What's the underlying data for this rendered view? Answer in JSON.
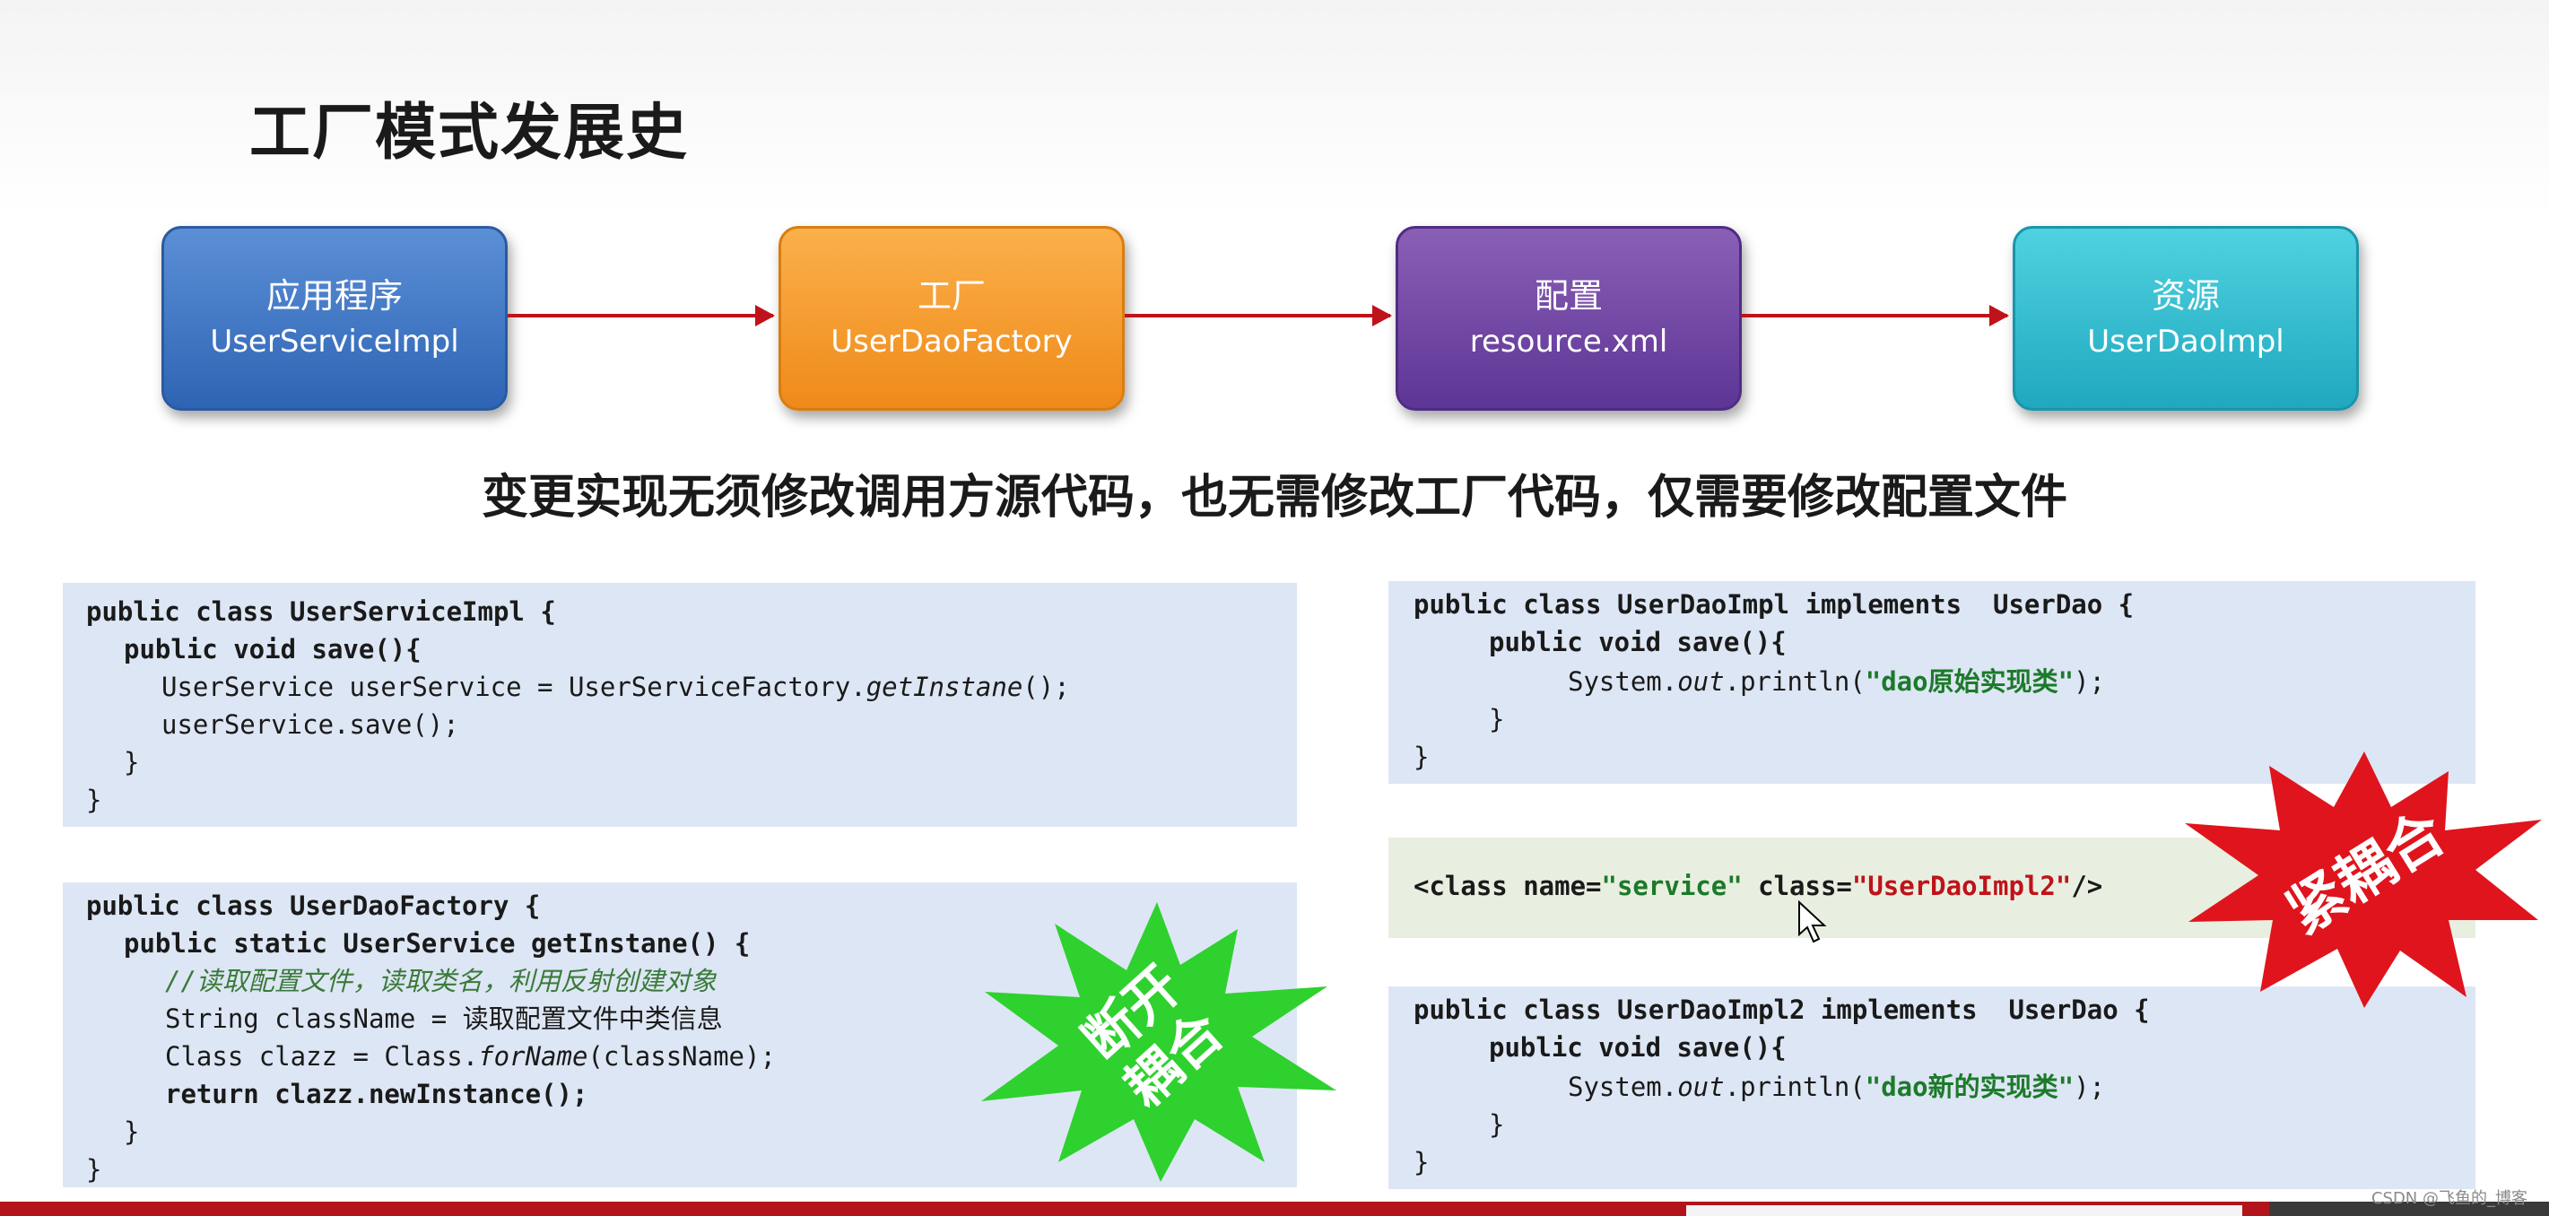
{
  "title": "工厂模式发展史",
  "flow": [
    {
      "line1": "应用程序",
      "line2": "UserServiceImpl",
      "color": "#2e64b4"
    },
    {
      "line1": "工厂",
      "line2": "UserDaoFactory",
      "color": "#ef8a1a"
    },
    {
      "line1": "配置",
      "line2": "resource.xml",
      "color": "#5d3595"
    },
    {
      "line1": "资源",
      "line2": "UserDaoImpl",
      "color": "#20a8bf"
    }
  ],
  "subtitle": "变更实现无须修改调用方源代码，也无需修改工厂代码，仅需要修改配置文件",
  "code_service": {
    "l1": "public class UserServiceImpl {",
    "l2": "public void save(){",
    "l3a": "UserService userService = UserServiceFactory.",
    "l3b": "getInstane",
    "l3c": "();",
    "l4": "userService.save();",
    "l5": "}",
    "l6": "}"
  },
  "code_factory": {
    "l1": "public class UserDaoFactory {",
    "l2": "public static UserService getInstane() {",
    "l3": "//读取配置文件，读取类名，利用反射创建对象",
    "l4": "String className = 读取配置文件中类信息",
    "l5a": "Class clazz = Class.",
    "l5b": "forName",
    "l5c": "(className);",
    "l6": "return clazz.newInstance();",
    "l7": "}",
    "l8": "}"
  },
  "code_daoimpl": {
    "l1": "public class UserDaoImpl implements  UserDao {",
    "l2": "public void save(){",
    "l3a": "System.",
    "l3b": "out",
    "l3c": ".println(",
    "l3d": "\"dao原始实现类\"",
    "l3e": ");",
    "l4": "}",
    "l5": "}"
  },
  "code_xml": {
    "a": "<class name=",
    "b": "\"service\"",
    "c": " class=",
    "d": "\"UserDaoImpl2\"",
    "e": "/>"
  },
  "code_daoimpl2": {
    "l1": "public class UserDaoImpl2 implements  UserDao {",
    "l2": "public void save(){",
    "l3a": "System.",
    "l3b": "out",
    "l3c": ".println(",
    "l3d": "\"dao新的实现类\"",
    "l3e": ");",
    "l4": "}",
    "l5": "}"
  },
  "burst_green": {
    "line1": "断开",
    "line2": "耦合",
    "color": "#2ed12e"
  },
  "burst_red": {
    "text": "紧耦合",
    "color": "#e0141c"
  },
  "watermark": "CSDN @飞鱼的_博客"
}
